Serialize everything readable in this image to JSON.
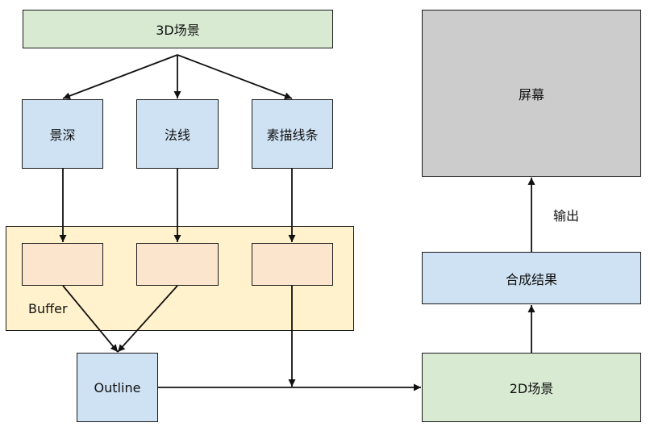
{
  "nodes": {
    "scene3d": "3D场景",
    "depth": "景深",
    "normal": "法线",
    "sketch": "素描线条",
    "buffer_label": "Buffer",
    "outline": "Outline",
    "scene2d": "2D场景",
    "composite": "合成结果",
    "screen": "屏幕"
  },
  "edges": {
    "output_label": "输出"
  },
  "colors": {
    "green": "#d9ead3",
    "blue": "#cfe2f3",
    "peach": "#fce5cd",
    "yellow": "#fff2cc",
    "gray": "#cccccc"
  }
}
